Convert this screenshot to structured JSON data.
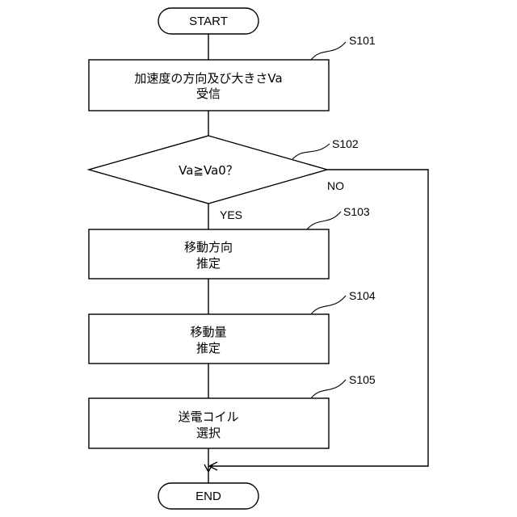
{
  "flowchart": {
    "start_label": "START",
    "end_label": "END",
    "steps": [
      {
        "id": "S101",
        "line1": "加速度の方向及び大きさVa",
        "line2": "受信"
      },
      {
        "id": "S102",
        "question": "Va≧Va0？",
        "yes_label": "YES",
        "no_label": "NO"
      },
      {
        "id": "S103",
        "line1": "移動方向",
        "line2": "推定"
      },
      {
        "id": "S104",
        "line1": "移動量",
        "line2": "推定"
      },
      {
        "id": "S105",
        "line1": "送電コイル",
        "line2": "選択"
      }
    ]
  }
}
